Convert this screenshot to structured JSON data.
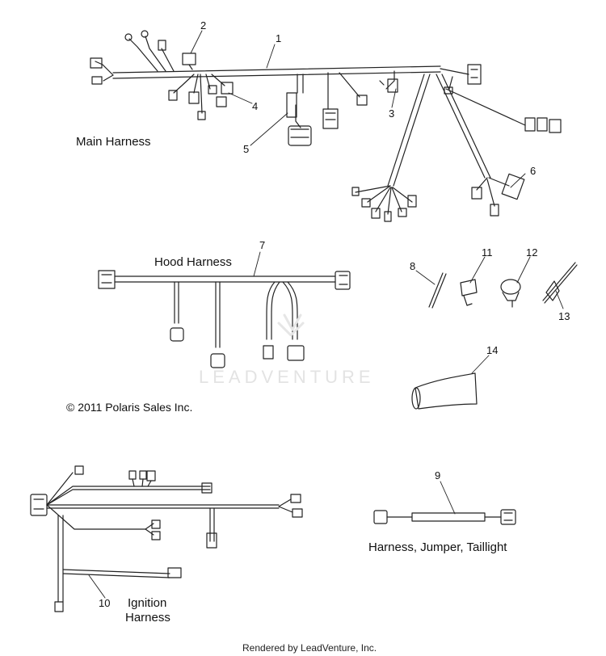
{
  "labels": {
    "main_harness": "Main Harness",
    "hood_harness": "Hood Harness",
    "copyright": "© 2011 Polaris Sales Inc.",
    "ignition_line1": "Ignition",
    "ignition_line2": "Harness",
    "jumper_taillight": "Harness, Jumper, Taillight",
    "rendered_by": "Rendered by LeadVenture, Inc.",
    "watermark": "LEADVENTURE"
  },
  "callouts": {
    "c1": "1",
    "c2": "2",
    "c3": "3",
    "c4": "4",
    "c5": "5",
    "c6": "6",
    "c7": "7",
    "c8": "8",
    "c9": "9",
    "c10": "10",
    "c11": "11",
    "c12": "12",
    "c13": "13",
    "c14": "14"
  }
}
